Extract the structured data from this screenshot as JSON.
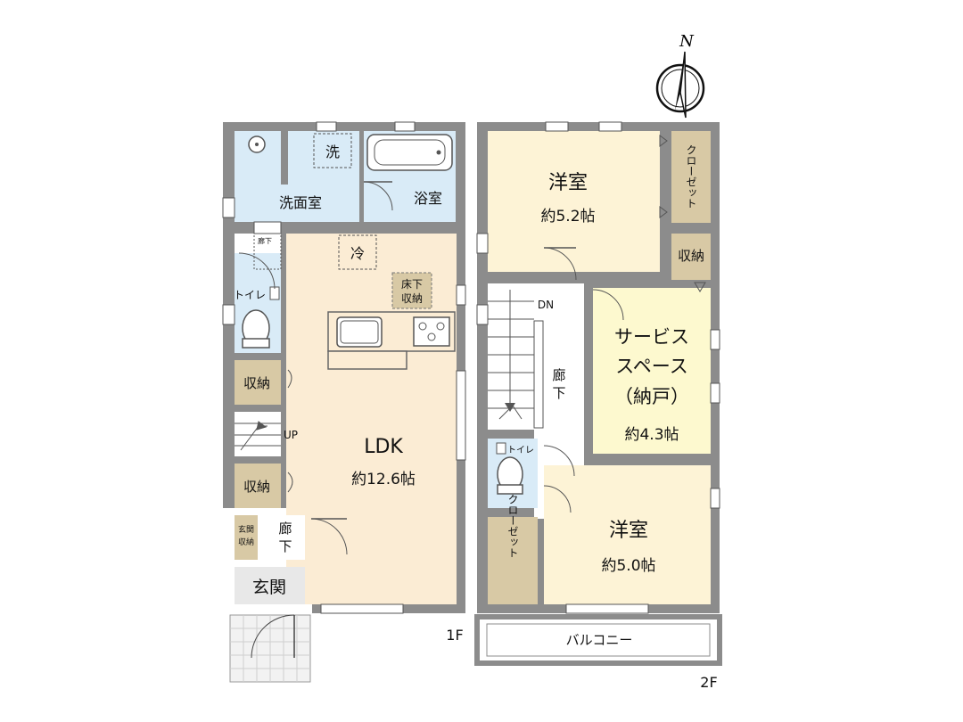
{
  "compass": {
    "letter": "N"
  },
  "floor1": {
    "floor_label": "1F",
    "rooms": {
      "washroom": "洗面室",
      "washer": "洗",
      "bath": "浴室",
      "hall_small": "廊下",
      "fridge": "冷",
      "underfloor_line1": "床下",
      "underfloor_line2": "収納",
      "toilet": "トイレ",
      "storage_upper": "収納",
      "stairs_up": "UP",
      "storage_lower": "収納",
      "entry_storage_line1": "玄関",
      "entry_storage_line2": "収納",
      "hall_line1": "廊",
      "hall_line2": "下",
      "entrance": "玄関",
      "ldk": "LDK",
      "ldk_size": "約12.6帖"
    }
  },
  "floor2": {
    "floor_label": "2F",
    "rooms": {
      "western1": "洋室",
      "western1_size": "約5.2帖",
      "closet1": "クローゼット",
      "storage": "収納",
      "stairs_down": "DN",
      "hall_line1": "廊",
      "hall_line2": "下",
      "service_line1": "サービス",
      "service_line2": "スペース",
      "service_line3": "（納戸）",
      "service_size": "約4.3帖",
      "toilet": "トイレ",
      "closet2": "クローゼット",
      "western2": "洋室",
      "western2_size": "約5.0帖",
      "balcony": "バルコニー"
    }
  },
  "colors": {
    "wall": "#8c8c8c",
    "ldk_floor": "#fbecd4",
    "wet_area": "#d9ebf7",
    "western_room": "#fdf3d6",
    "service_room": "#fdf9cf",
    "closet": "#d8c9a5",
    "storage": "#d8c9a5",
    "entrance": "#e8e8e8"
  }
}
